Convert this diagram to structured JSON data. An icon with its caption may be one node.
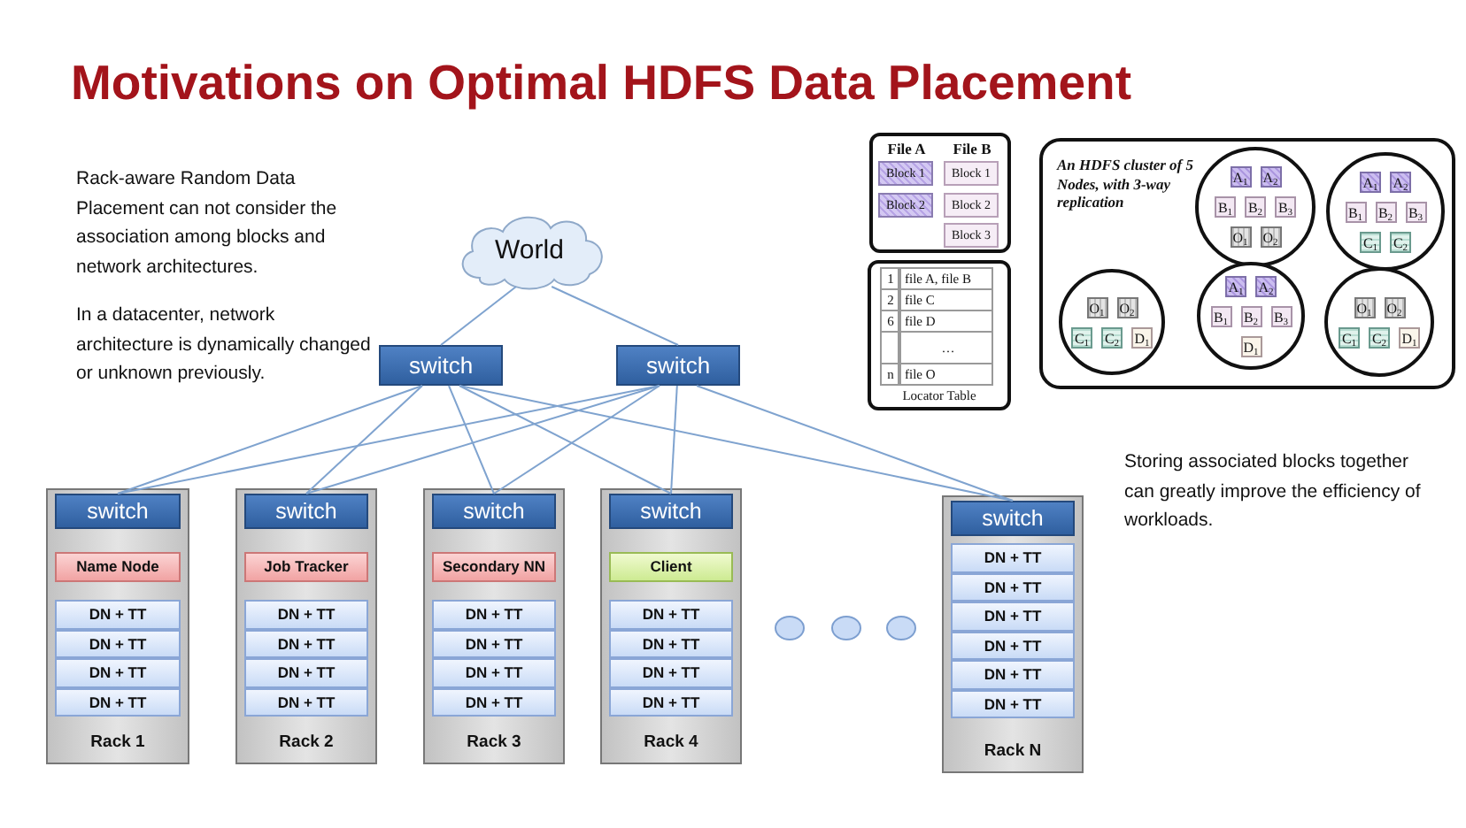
{
  "diagram": {
    "title": "Motivations on Optimal HDFS Data Placement",
    "nodes": [
      {
        "text": [
          "World"
        ]
      },
      {
        "text": [
          "switch"
        ]
      },
      {
        "text": [
          "switch"
        ]
      },
      {
        "text": [
          "Rack 1"
        ]
      },
      {
        "text": [
          "switch"
        ],
        "in": 3
      },
      {
        "text": [
          "Name Node"
        ],
        "in": 3
      },
      {
        "text": [
          "DN + TT"
        ],
        "in": 3
      },
      {
        "text": [
          "DN + TT"
        ],
        "in": 3
      },
      {
        "text": [
          "DN + TT"
        ],
        "in": 3
      },
      {
        "text": [
          "DN + TT"
        ],
        "in": 3
      },
      {
        "text": [
          "Rack 2"
        ]
      },
      {
        "text": [
          "switch"
        ],
        "in": 10
      },
      {
        "text": [
          "Job Tracker"
        ],
        "in": 10
      },
      {
        "text": [
          "DN + TT"
        ],
        "in": 10
      },
      {
        "text": [
          "DN + TT"
        ],
        "in": 10
      },
      {
        "text": [
          "DN + TT"
        ],
        "in": 10
      },
      {
        "text": [
          "DN + TT"
        ],
        "in": 10
      },
      {
        "text": [
          "Rack 3"
        ]
      },
      {
        "text": [
          "switch"
        ],
        "in": 17
      },
      {
        "text": [
          "Secondary NN"
        ],
        "in": 17
      },
      {
        "text": [
          "DN + TT"
        ],
        "in": 17
      },
      {
        "text": [
          "DN + TT"
        ],
        "in": 17
      },
      {
        "text": [
          "DN + TT"
        ],
        "in": 17
      },
      {
        "text": [
          "DN + TT"
        ],
        "in": 17
      },
      {
        "text": [
          "Rack 4"
        ]
      },
      {
        "text": [
          "switch"
        ],
        "in": 24
      },
      {
        "text": [
          "Client"
        ],
        "in": 24
      },
      {
        "text": [
          "DN + TT"
        ],
        "in": 24
      },
      {
        "text": [
          "DN + TT"
        ],
        "in": 24
      },
      {
        "text": [
          "DN + TT"
        ],
        "in": 24
      },
      {
        "text": [
          "DN + TT"
        ],
        "in": 24
      },
      {
        "text": [
          "Rack N"
        ]
      },
      {
        "text": [
          "switch"
        ],
        "in": 31
      },
      {
        "text": [
          "DN + TT"
        ],
        "in": 31
      },
      {
        "text": [
          "DN + TT"
        ],
        "in": 31
      },
      {
        "text": [
          "DN + TT"
        ],
        "in": 31
      },
      {
        "text": [
          "DN + TT"
        ],
        "in": 31
      },
      {
        "text": [
          "DN + TT"
        ],
        "in": 31
      },
      {
        "text": [
          "DN + TT"
        ],
        "in": 31
      },
      {
        "text": [
          "File A",
          "File B"
        ]
      },
      {
        "text": [
          "Block 1"
        ],
        "in": 39
      },
      {
        "text": [
          "Block 1"
        ],
        "in": 39
      },
      {
        "text": [
          "Block 2"
        ],
        "in": 39
      },
      {
        "text": [
          "Block 2"
        ],
        "in": 39
      },
      {
        "text": [
          "Block 3"
        ],
        "in": 39
      },
      {
        "text": [
          "1",
          "file A, file B",
          "2",
          "file C",
          "6",
          "file D",
          "…",
          "n",
          "file O",
          "Locator Table"
        ]
      },
      {
        "text": [
          "An HDFS cluster of 5 Nodes, with 3-way replication"
        ]
      },
      {
        "text": [],
        "shape": "circle",
        "in": 46
      },
      {
        "text": [
          "A$_{1}$"
        ],
        "in": 47
      },
      {
        "text": [
          "A$_{2}$"
        ],
        "in": 47
      },
      {
        "text": [
          "B$_{1}$"
        ],
        "in": 47
      },
      {
        "text": [
          "B$_{2}$"
        ],
        "in": 47
      },
      {
        "text": [
          "B$_{3}$"
        ],
        "in": 47
      },
      {
        "text": [
          "O$_{1}$"
        ],
        "in": 47
      },
      {
        "text": [
          "O$_{2}$"
        ],
        "in": 47
      },
      {
        "text": [],
        "shape": "circle",
        "in": 46
      },
      {
        "text": [
          "A$_{1}$"
        ],
        "in": 55
      },
      {
        "text": [
          "A$_{2}$"
        ],
        "in": 55
      },
      {
        "text": [
          "B$_{1}$"
        ],
        "in": 55
      },
      {
        "text": [
          "B$_{2}$"
        ],
        "in": 55
      },
      {
        "text": [
          "B$_{3}$"
        ],
        "in": 55
      },
      {
        "text": [
          "C$_{1}$"
        ],
        "in": 55
      },
      {
        "text": [
          "C$_{2}$"
        ],
        "in": 55
      },
      {
        "text": [],
        "shape": "circle",
        "in": 46
      },
      {
        "text": [
          "O$_{1}$"
        ],
        "in": 63
      },
      {
        "text": [
          "O$_{2}$"
        ],
        "in": 63
      },
      {
        "text": [
          "C$_{1}$"
        ],
        "in": 63
      },
      {
        "text": [
          "C$_{2}$"
        ],
        "in": 63
      },
      {
        "text": [
          "D$_{1}$"
        ],
        "in": 63
      },
      {
        "text": [],
        "shape": "circle",
        "in": 46
      },
      {
        "text": [
          "A$_{1}$"
        ],
        "in": 69
      },
      {
        "text": [
          "A$_{2}$"
        ],
        "in": 69
      },
      {
        "text": [
          "B$_{1}$"
        ],
        "in": 69
      },
      {
        "text": [
          "B$_{2}$"
        ],
        "in": 69
      },
      {
        "text": [
          "B$_{3}$"
        ],
        "in": 69
      },
      {
        "text": [
          "D$_{1}$"
        ],
        "in": 69
      },
      {
        "text": [],
        "shape": "circle",
        "in": 46
      },
      {
        "text": [
          "O$_{1}$"
        ],
        "in": 76
      },
      {
        "text": [
          "O$_{2}$"
        ],
        "in": 76
      },
      {
        "text": [
          "C$_{1}$"
        ],
        "in": 76
      },
      {
        "text": [
          "C$_{2}$"
        ],
        "in": 76
      },
      {
        "text": [
          "D$_{1}$"
        ],
        "in": 76
      }
    ],
    "edges": [
      {
        "from": 0,
        "to": 1,
        "arrow": "none"
      },
      {
        "from": 0,
        "to": 2,
        "arrow": "none"
      },
      {
        "from": 1,
        "to": 4,
        "arrow": "none"
      },
      {
        "from": 1,
        "to": 11,
        "arrow": "none"
      },
      {
        "from": 1,
        "to": 18,
        "arrow": "none"
      },
      {
        "from": 1,
        "to": 25,
        "arrow": "none"
      },
      {
        "from": 1,
        "to": 32,
        "arrow": "none"
      },
      {
        "from": 2,
        "to": 4,
        "arrow": "none"
      },
      {
        "from": 2,
        "to": 11,
        "arrow": "none"
      },
      {
        "from": 2,
        "to": 18,
        "arrow": "none"
      },
      {
        "from": 2,
        "to": 25,
        "arrow": "none"
      },
      {
        "from": 2,
        "to": 32,
        "arrow": "none"
      }
    ],
    "labels": [
      "Rack-aware Random Data Placement can not consider the association among blocks and network architectures.",
      "In a datacenter, network architecture is dynamically changed or unknown previously.",
      "Storing associated blocks together can greatly improve the efficiency of workloads."
    ]
  }
}
